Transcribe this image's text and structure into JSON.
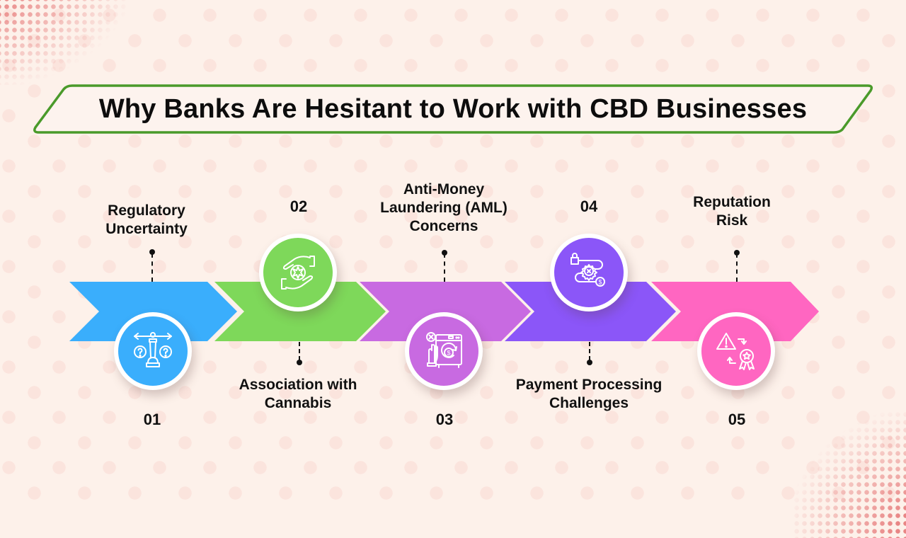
{
  "title": "Why Banks Are Hesitant to Work with CBD Businesses",
  "colors": {
    "background": "#fdf1ea",
    "title_border": "#4a9a2a",
    "text": "#111111"
  },
  "steps": [
    {
      "number": "01",
      "label": "Regulatory Uncertainty",
      "label_lines": [
        "Regulatory",
        "Uncertainty"
      ],
      "color": "#3aaefc",
      "icon": "chess-king-scale-question-icon"
    },
    {
      "number": "02",
      "label": "Association with Cannabis",
      "label_lines": [
        "Association with",
        "Cannabis"
      ],
      "color": "#7ed85a",
      "icon": "hands-cannabis-leaf-icon"
    },
    {
      "number": "03",
      "label": "Anti-Money Laundering (AML) Concerns",
      "label_lines": [
        "Anti-Money",
        "Laundering (AML)",
        "Concerns"
      ],
      "color": "#c86ae1",
      "icon": "washing-machine-money-stop-icon"
    },
    {
      "number": "04",
      "label": "Payment Processing Challenges",
      "label_lines": [
        "Payment Processing",
        "Challenges"
      ],
      "color": "#8b56f8",
      "icon": "payment-flow-gear-error-icon"
    },
    {
      "number": "05",
      "label": "Reputation Risk",
      "label_lines": [
        "Reputation",
        "Risk"
      ],
      "color": "#ff66c1",
      "icon": "warning-award-cycle-icon"
    }
  ]
}
